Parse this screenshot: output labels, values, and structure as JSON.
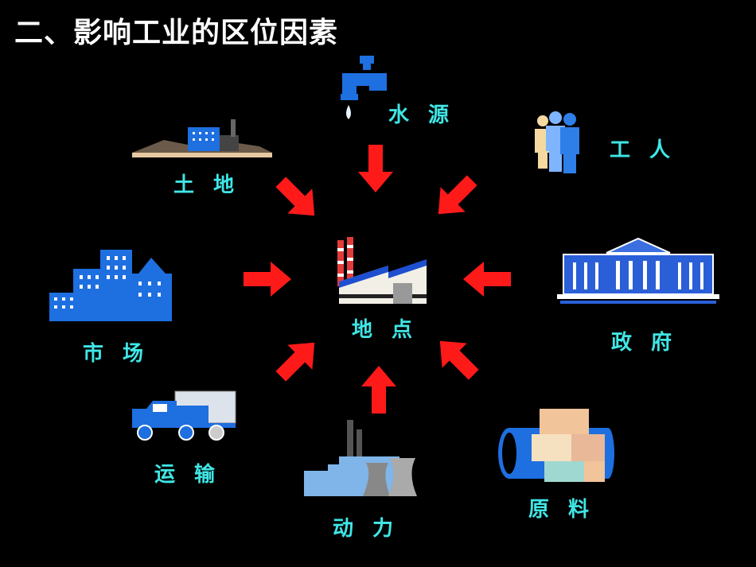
{
  "title": "二、影响工业的区位因素",
  "center": {
    "label": "地点",
    "icon": "factory-icon"
  },
  "factors": [
    {
      "id": "water",
      "label": "水源",
      "icon": "faucet-icon"
    },
    {
      "id": "workers",
      "label": "工人",
      "icon": "people-icon"
    },
    {
      "id": "government",
      "label": "政府",
      "icon": "government-building-icon"
    },
    {
      "id": "materials",
      "label": "原料",
      "icon": "raw-materials-icon"
    },
    {
      "id": "power",
      "label": "动力",
      "icon": "power-plant-icon"
    },
    {
      "id": "transport",
      "label": "运输",
      "icon": "truck-icon"
    },
    {
      "id": "market",
      "label": "市场",
      "icon": "city-icon"
    },
    {
      "id": "land",
      "label": "土地",
      "icon": "land-icon"
    }
  ],
  "colors": {
    "arrow": "#ff1a1a",
    "label": "#40e6e6",
    "icon_blue": "#1e6fe0",
    "title": "#ffffff"
  }
}
